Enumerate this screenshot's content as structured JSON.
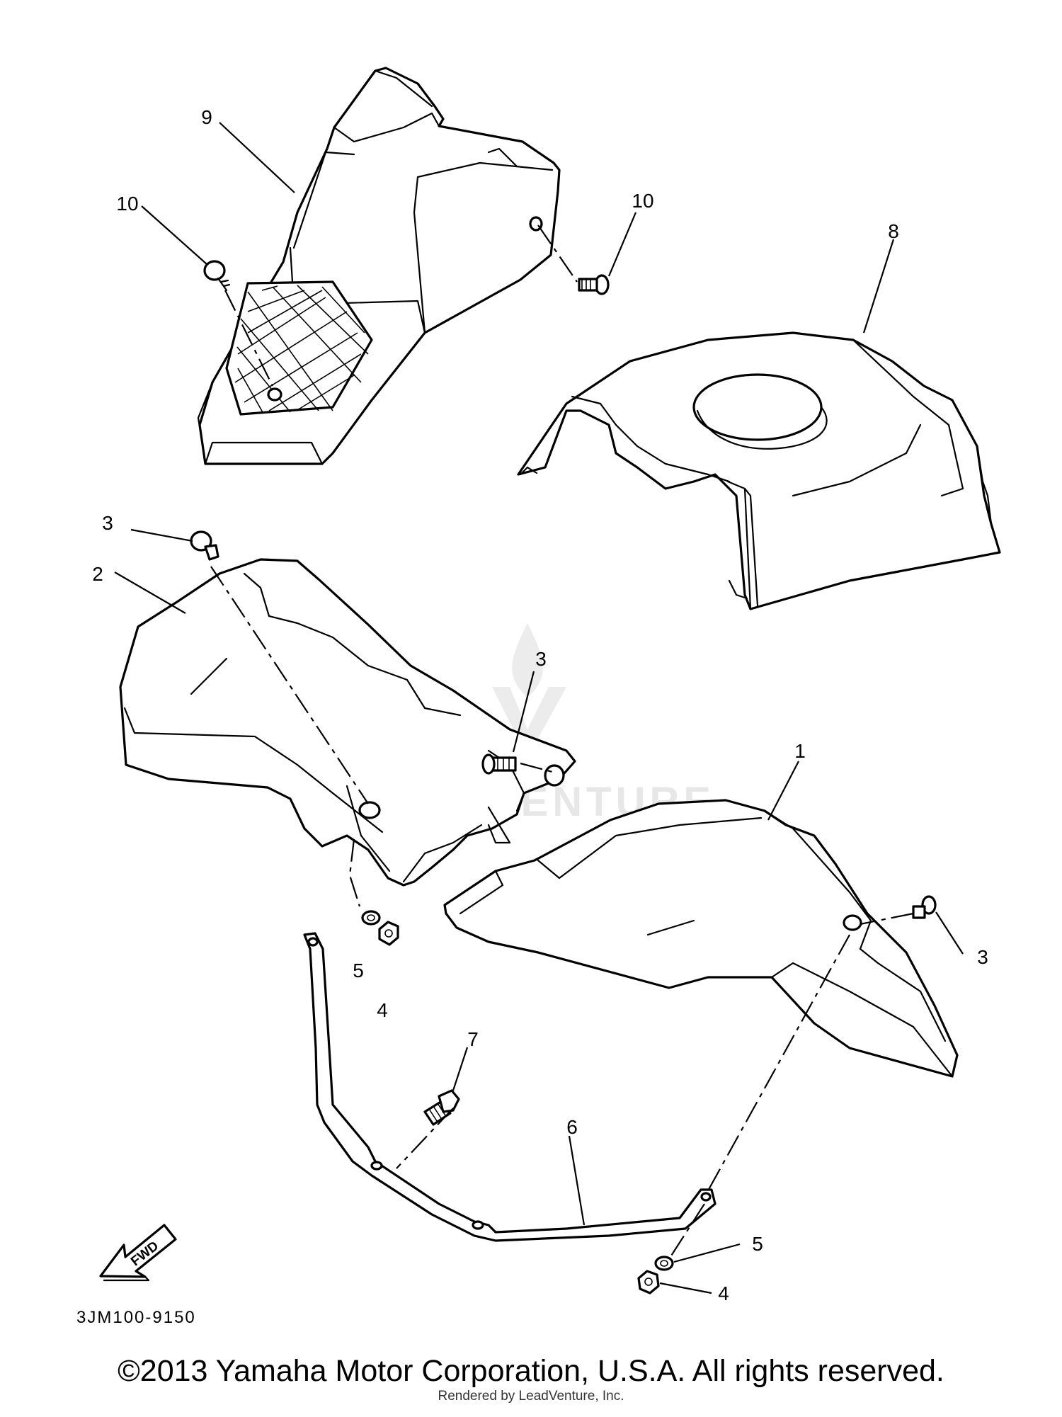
{
  "diagram": {
    "callouts": [
      "9",
      "10",
      "10",
      "8",
      "3",
      "2",
      "3",
      "1",
      "3",
      "5",
      "4",
      "7",
      "6",
      "5",
      "4"
    ],
    "fwd_label": "FWD",
    "diagram_code": "3JM100-9150",
    "watermark": "LEADVENTURE"
  },
  "footer": {
    "copyright": "©2013 Yamaha Motor Corporation, U.S.A. All rights reserved.",
    "rendered_by": "Rendered by LeadVenture, Inc."
  }
}
